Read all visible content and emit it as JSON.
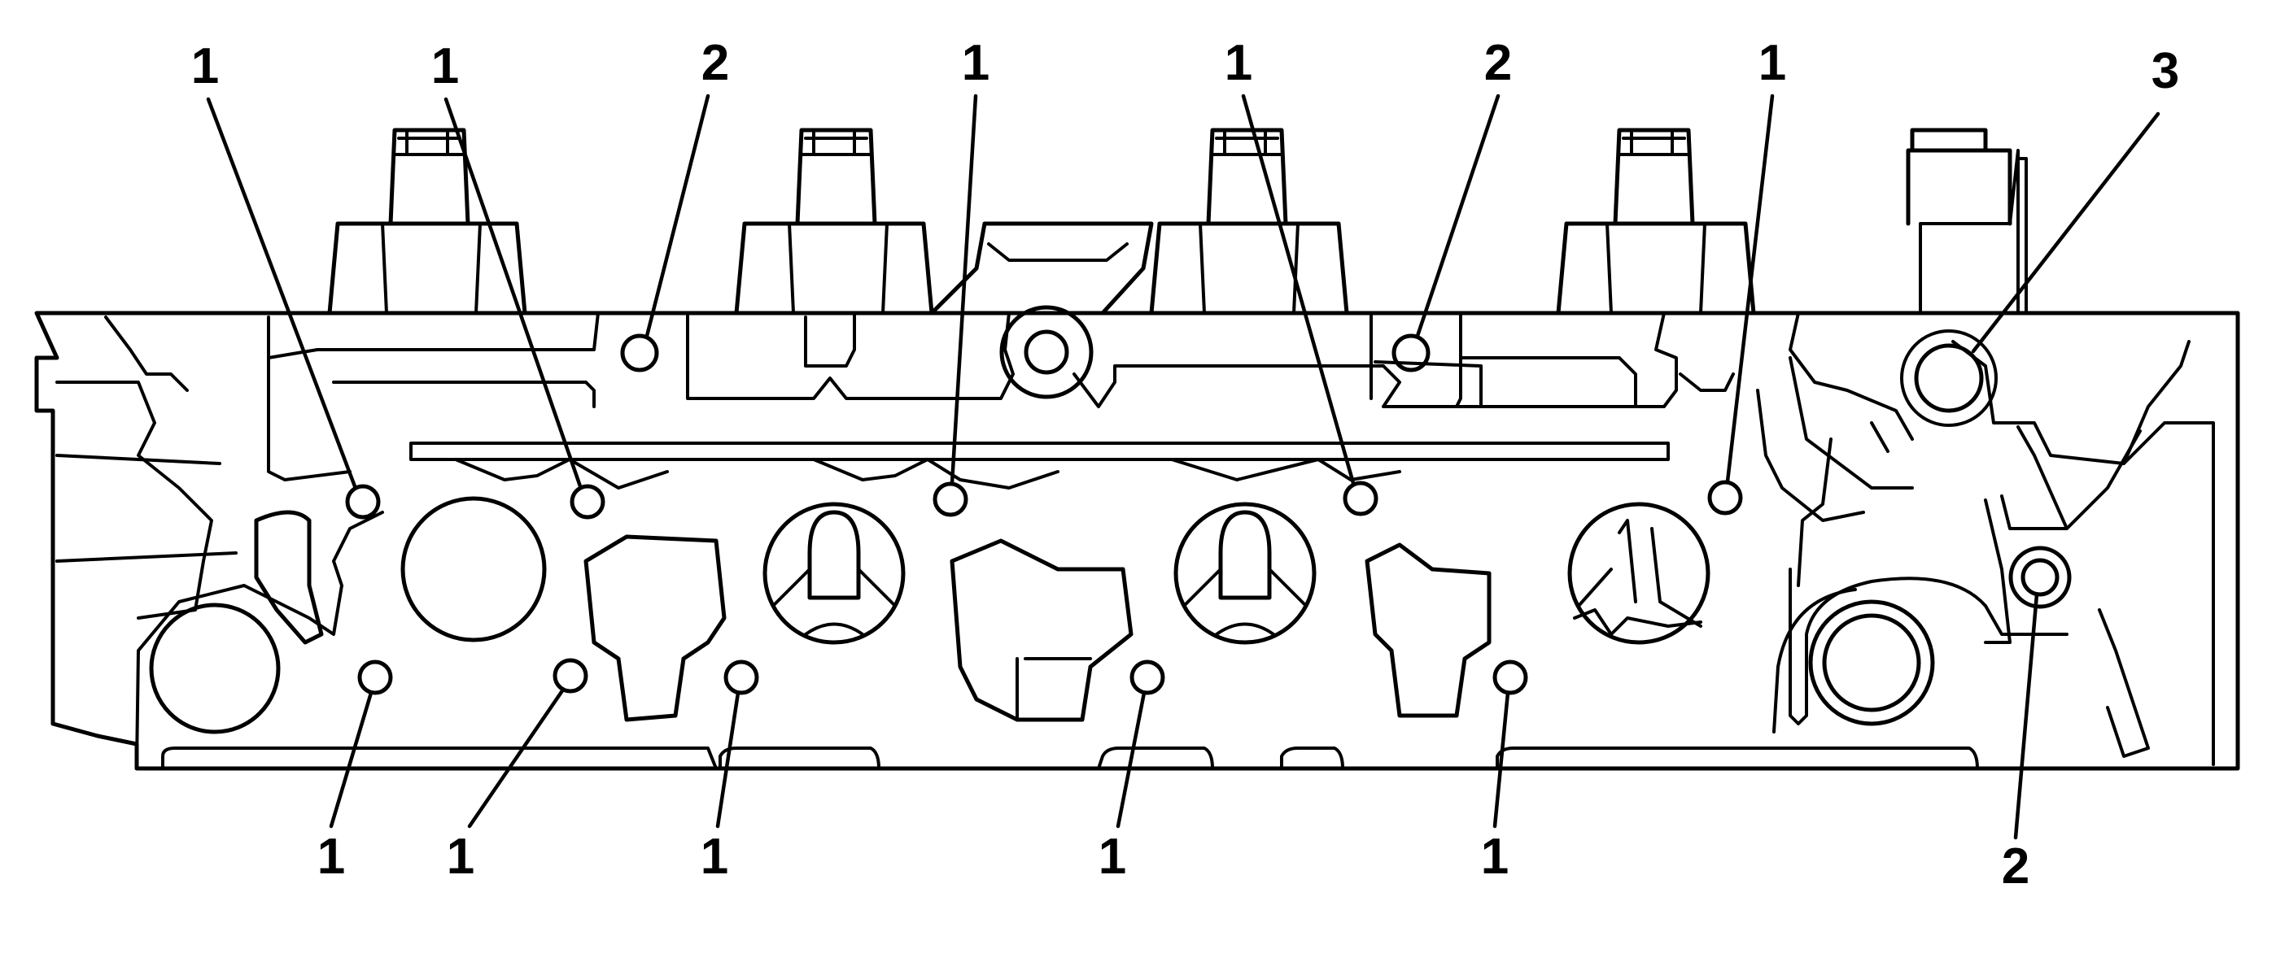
{
  "diagram": {
    "callouts": [
      {
        "id": "c1",
        "text": "1"
      },
      {
        "id": "c2",
        "text": "1"
      },
      {
        "id": "c3",
        "text": "2"
      },
      {
        "id": "c4",
        "text": "1"
      },
      {
        "id": "c5",
        "text": "1"
      },
      {
        "id": "c6",
        "text": "2"
      },
      {
        "id": "c7",
        "text": "1"
      },
      {
        "id": "c8",
        "text": "3"
      },
      {
        "id": "c9",
        "text": "1"
      },
      {
        "id": "c10",
        "text": "1"
      },
      {
        "id": "c11",
        "text": "1"
      },
      {
        "id": "c12",
        "text": "1"
      },
      {
        "id": "c13",
        "text": "1"
      },
      {
        "id": "c14",
        "text": "2"
      }
    ]
  }
}
